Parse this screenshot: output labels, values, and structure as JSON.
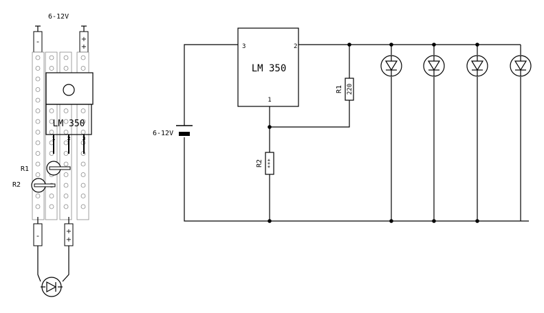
{
  "stripboard": {
    "supply_label": "6-12V",
    "top_minus": "-",
    "top_plus_1": "+",
    "top_plus_2": "+",
    "chip_label": "LM 350",
    "pin1": "1",
    "pin2": "2",
    "pin3": "3",
    "r1_label": "R1",
    "r2_label": "R2",
    "bottom_minus": "-",
    "bottom_plus_1": "+",
    "bottom_plus_2": "+"
  },
  "schematic": {
    "regulator_label": "LM 350",
    "pin_in": "3",
    "pin_out": "2",
    "pin_adj": "1",
    "r1_label": "R1",
    "r1_value": "220",
    "r2_label": "R2",
    "r2_value": "***",
    "battery_label": "6-12V",
    "led_count": 4
  }
}
